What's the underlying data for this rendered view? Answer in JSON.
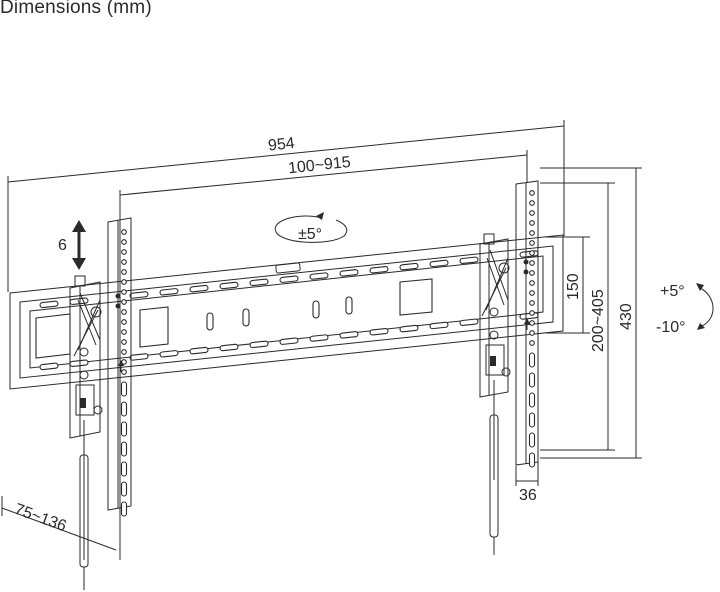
{
  "title": "Dimensions (mm)",
  "dimensions": {
    "overall_width": "954",
    "hole_spacing": "100~915",
    "height_adjust": "6",
    "swivel": "±5°",
    "tilt_up": "+5°",
    "tilt_down": "-10°",
    "rail_height": "150",
    "vesa_vertical": "200~405",
    "overall_height": "430",
    "depth": "36",
    "wall_distance": "75~136"
  }
}
